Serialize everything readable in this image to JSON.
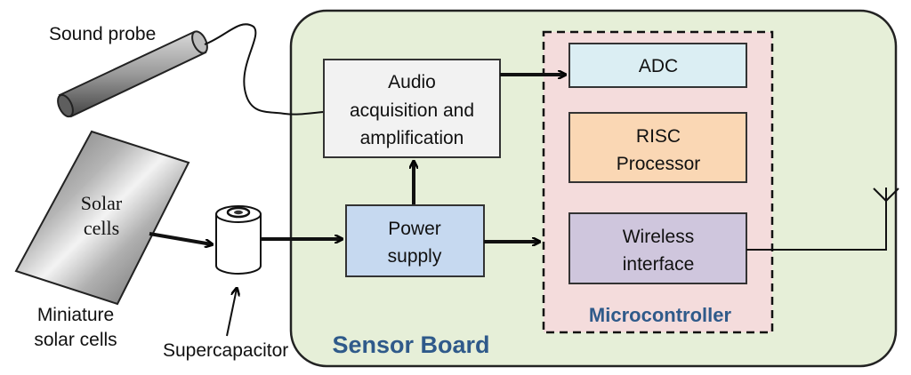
{
  "labels": {
    "sound_probe": "Sound probe",
    "solar_cells_line1": "Solar",
    "solar_cells_line2": "cells",
    "miniature_line1": "Miniature",
    "miniature_line2": "solar cells",
    "supercapacitor": "Supercapacitor",
    "sensor_board": "Sensor Board",
    "microcontroller": "Microcontroller"
  },
  "blocks": {
    "audio": {
      "line1": "Audio",
      "line2": "acquisition and",
      "line3": "amplification"
    },
    "power": {
      "line1": "Power",
      "line2": "supply"
    },
    "adc": {
      "line1": "ADC"
    },
    "risc": {
      "line1": "RISC",
      "line2": "Processor"
    },
    "wireless": {
      "line1": "Wireless",
      "line2": "interface"
    }
  },
  "colors": {
    "sensor_board_fill": "#e6efd8",
    "microcontroller_fill": "#f4dcdc",
    "audio_fill": "#f2f2f2",
    "power_fill": "#c6d9f0",
    "adc_fill": "#dbeef3",
    "risc_fill": "#fad7b4",
    "wireless_fill": "#cfc6dd",
    "title_color": "#2f5a8a"
  }
}
